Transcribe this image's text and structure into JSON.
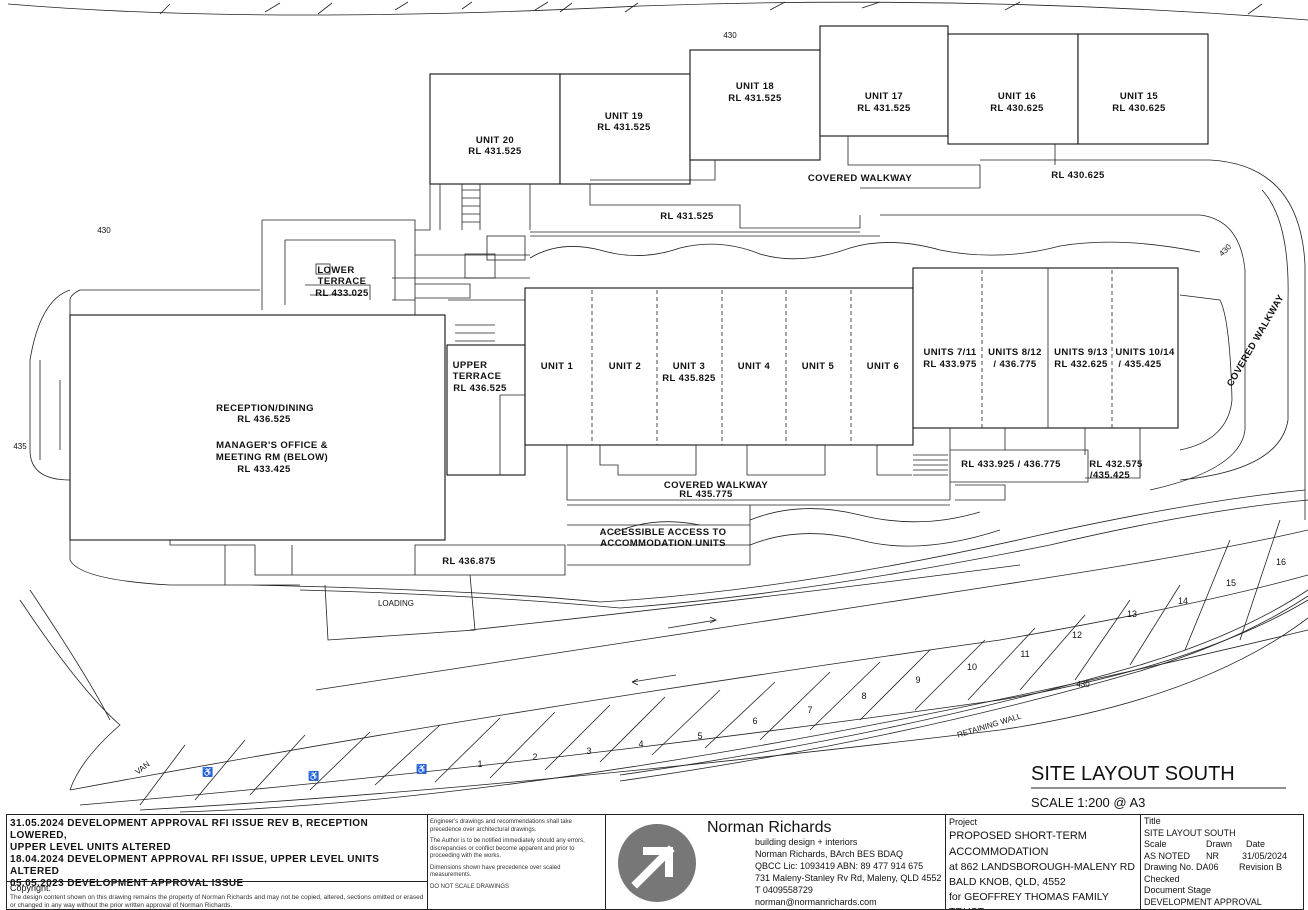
{
  "drawing": {
    "title": "SITE LAYOUT SOUTH",
    "scale": "SCALE 1:200 @ A3",
    "labels": {
      "unit20": [
        "UNIT 20",
        "RL 431.525"
      ],
      "unit19": [
        "UNIT 19",
        "RL 431.525"
      ],
      "unit18": [
        "UNIT 18",
        "RL 431.525"
      ],
      "unit17": [
        "UNIT 17",
        "RL 431.525"
      ],
      "unit16": [
        "UNIT 16",
        "RL 430.625"
      ],
      "unit15": [
        "UNIT 15",
        "RL 430.625"
      ],
      "covered_walkway_top": "COVERED WALKWAY",
      "rl_430_625": "RL 430.625",
      "rl_431_525": "RL 431.525",
      "lower_terrace": [
        "LOWER",
        "TERRACE",
        "RL 433.025"
      ],
      "upper_terrace": [
        "UPPER",
        "TERRACE",
        "RL 436.525"
      ],
      "reception": [
        "RECEPTION/DINING",
        "RL 436.525"
      ],
      "managers": [
        "MANAGER'S OFFICE &",
        "MEETING RM (BELOW)",
        "RL 433.425"
      ],
      "unit1": "UNIT 1",
      "unit2": "UNIT 2",
      "unit3": [
        "UNIT 3",
        "RL 435.825"
      ],
      "unit4": "UNIT 4",
      "unit5": "UNIT 5",
      "unit6": "UNIT 6",
      "units7_11": [
        "UNITS 7/11",
        "RL 433.975"
      ],
      "units8_12": [
        "UNITS 8/12",
        "/ 436.775"
      ],
      "units9_13": [
        "UNITS 9/13",
        "RL 432.625"
      ],
      "units10_14": [
        "UNITS 10/14",
        "/ 435.425"
      ],
      "rl_433_925": "RL 433.925 / 436.775",
      "rl_432_575": [
        "RL 432.575",
        "/435.425"
      ],
      "covered_walkway_mid": [
        "COVERED WALKWAY",
        "RL 435.775"
      ],
      "accessible": [
        "ACCESSIBLE ACCESS TO",
        "ACCOMMODATION UNITS"
      ],
      "rl_436_875": "RL 436.875",
      "loading": "LOADING",
      "covered_walkway_right": "COVERED WALKWAY",
      "retaining_wall": "RETAINING WALL",
      "van": "VAN",
      "contours": [
        "430",
        "430",
        "430",
        "435",
        "430"
      ],
      "accessible_symbol": "♿",
      "parking_bays": [
        "1",
        "2",
        "3",
        "4",
        "5",
        "6",
        "7",
        "8",
        "9",
        "10",
        "11",
        "12",
        "13",
        "14",
        "15",
        "16"
      ]
    }
  },
  "title_block": {
    "revisions": [
      "31.05.2024 DEVELOPMENT APPROVAL RFI ISSUE REV B, RECEPTION LOWERED,",
      "UPPER LEVEL UNITS ALTERED",
      "18.04.2024 DEVELOPMENT APPROVAL RFI ISSUE, UPPER LEVEL UNITS ALTERED",
      "05.05.2023 DEVELOPMENT APPROVAL ISSUE"
    ],
    "copyright_label": "Copyright:",
    "copyright_text": "The design content shown on this drawing remains the property of Norman Richards and may not be copied, altered, sections omitted or erased or changed in any way without the prior written approval of Norman Richards.",
    "notes": [
      "Engineer's drawings and recommendations shall take precedence over architectural drawings.",
      "The Author is to be notified immediately should any errors, discrepancies or conflict become apparent and prior to proceeding with the works.",
      "Dimensions shown have precedence over scaled measurements.",
      "DO NOT SCALE DRAWINGS"
    ],
    "firm_name": "Norman Richards",
    "firm_tagline": "building design + interiors",
    "firm_lines": [
      "Norman Richards, BArch BES BDAQ",
      "QBCC Lic: 1093419 ABN: 89 477 914 675",
      "731 Maleny-Stanley Rv Rd, Maleny, QLD 4552",
      "T  0409558729",
      "norman@normanrichards.com"
    ],
    "project_label": "Project",
    "project_lines": [
      "PROPOSED SHORT-TERM",
      "ACCOMMODATION",
      "at 862 LANDSBOROUGH-MALENY RD",
      "BALD KNOB, QLD, 4552",
      "for GEOFFREY THOMAS FAMILY TRUST"
    ],
    "title_label": "Title",
    "title_value": "SITE LAYOUT SOUTH",
    "scale_label": "Scale",
    "drawn_label": "Drawn",
    "date_label": "Date",
    "scale_value": "AS NOTED",
    "drawn_value": "NR",
    "date_value": "31/05/2024",
    "drawing_no": "Drawing No. DA06",
    "revision": "Revision B",
    "checked_label": "Checked",
    "doc_stage_label": "Document Stage",
    "doc_stage_value": "DEVELOPMENT APPROVAL"
  }
}
